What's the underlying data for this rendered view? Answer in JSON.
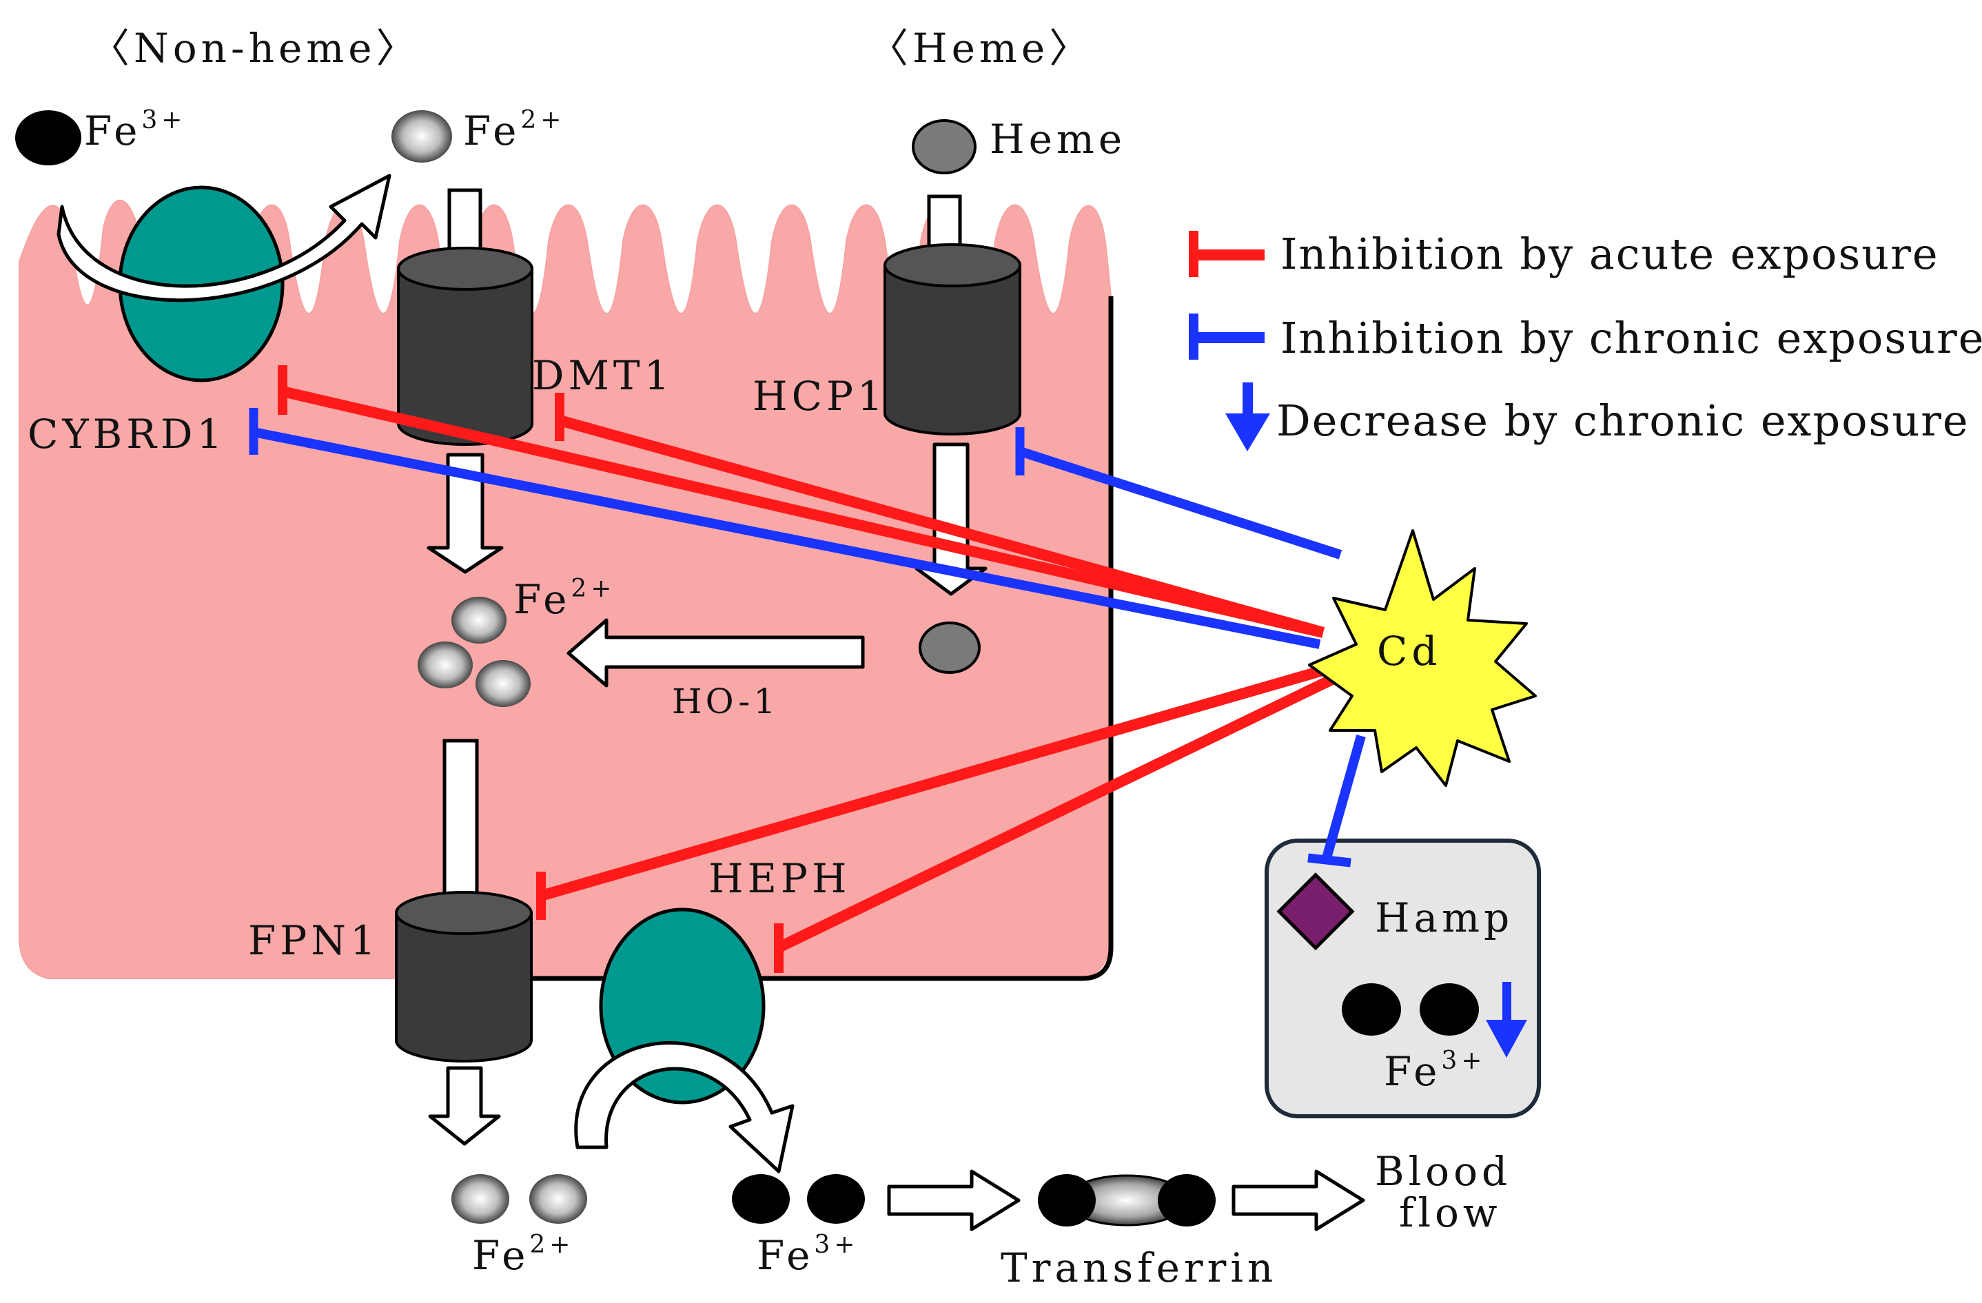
{
  "sections": {
    "non_heme": "〈Non-heme〉",
    "heme": "〈Heme〉"
  },
  "ions": {
    "fe3_top": {
      "base": "Fe",
      "charge": "3+"
    },
    "fe2_top": {
      "base": "Fe",
      "charge": "2+"
    },
    "fe2_mid": {
      "base": "Fe",
      "charge": "2+"
    },
    "fe2_bottom": {
      "base": "Fe",
      "charge": "2+"
    },
    "fe3_bottom": {
      "base": "Fe",
      "charge": "3+"
    },
    "fe3_blood": {
      "base": "Fe",
      "charge": "3+"
    }
  },
  "labels": {
    "heme": "Heme",
    "cybrd1": "CYBRD1",
    "dmt1": "DMT1",
    "hcp1": "HCP1",
    "ho1": "HO-1",
    "fpn1": "FPN1",
    "heph": "HEPH",
    "cd": "Cd",
    "hamp": "Hamp",
    "transferrin": "Transferrin",
    "blood_flow_1": "Blood",
    "blood_flow_2": "flow"
  },
  "legend": [
    {
      "text": "Inhibition by acute exposure",
      "color": "#ff1a1a",
      "symbol": "inhibit"
    },
    {
      "text": "Inhibition by chronic exposure",
      "color": "#1a33ff",
      "symbol": "inhibit"
    },
    {
      "text": "Decrease by chronic exposure",
      "color": "#1a33ff",
      "symbol": "arrow-down"
    }
  ],
  "colors": {
    "cell": "#f9a8a8",
    "protein_teal": "#00998f",
    "transporter": "#3a3a3c",
    "acute": "#ff1a1a",
    "chronic": "#1a33ff",
    "cd_star": "#ffff44",
    "hamp": "#7a1f6e",
    "blood_box": "#e6e6e6"
  }
}
